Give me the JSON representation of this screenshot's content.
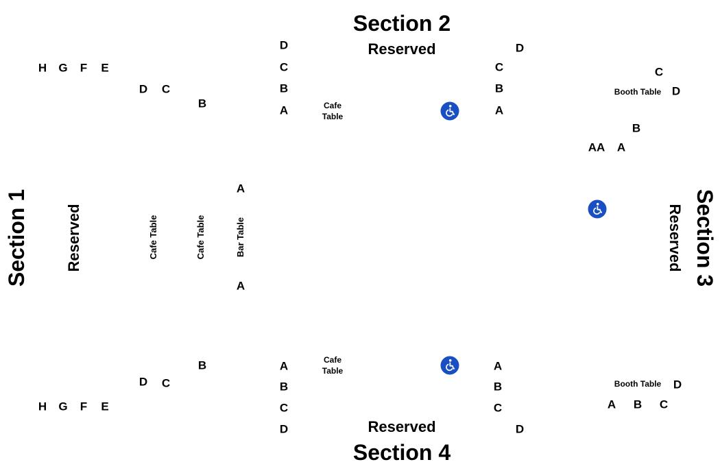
{
  "colors": {
    "accessible_icon_bg": "#1a4fc4",
    "text": "#000000",
    "background": "#ffffff"
  },
  "sections": {
    "s1": {
      "title": "Section 1",
      "reserved": "Reserved"
    },
    "s2": {
      "title": "Section 2",
      "reserved": "Reserved"
    },
    "s3": {
      "title": "Section 3",
      "reserved": "Reserved"
    },
    "s4": {
      "title": "Section 4",
      "reserved": "Reserved"
    }
  },
  "tables": {
    "cafe_table": "Cafe Table",
    "cafe": "Cafe",
    "table": "Table",
    "bar_table": "Bar Table",
    "booth_table": "Booth Table"
  },
  "rows": {
    "A": "A",
    "AA": "AA",
    "B": "B",
    "C": "C",
    "D": "D",
    "E": "E",
    "F": "F",
    "G": "G",
    "H": "H"
  },
  "icons": {
    "accessible": "wheelchair-icon"
  }
}
